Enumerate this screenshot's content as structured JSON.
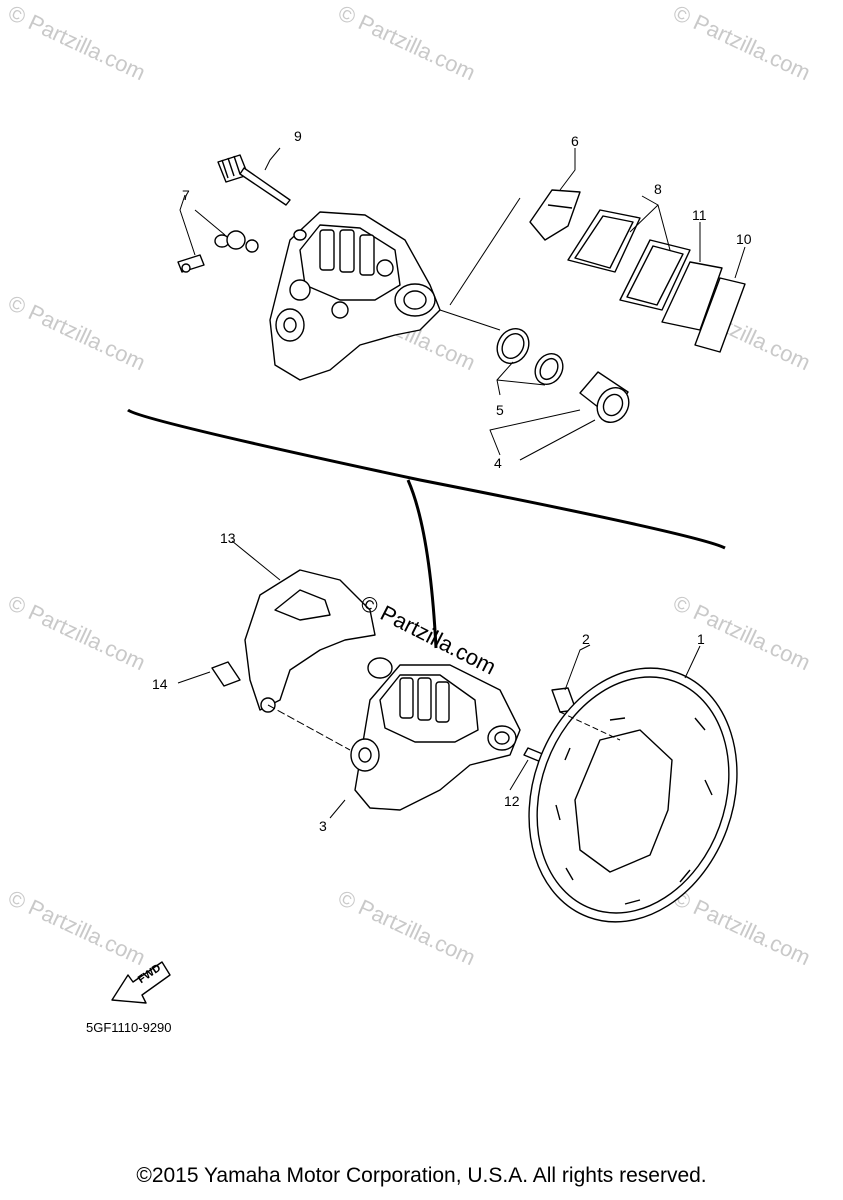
{
  "watermark": "© Partzilla.com",
  "watermark_center": "© Partzilla.com",
  "callouts": {
    "c1": "1",
    "c2": "2",
    "c3": "3",
    "c4": "4",
    "c5": "5",
    "c6": "6",
    "c7": "7",
    "c8": "8",
    "c9": "9",
    "c10": "10",
    "c11": "11",
    "c12": "12",
    "c13": "13",
    "c14": "14"
  },
  "fwd_label": "FWD",
  "diagram_code": "5GF1110-9290",
  "copyright": "©2015 Yamaha Motor Corporation, U.S.A. All rights reserved."
}
